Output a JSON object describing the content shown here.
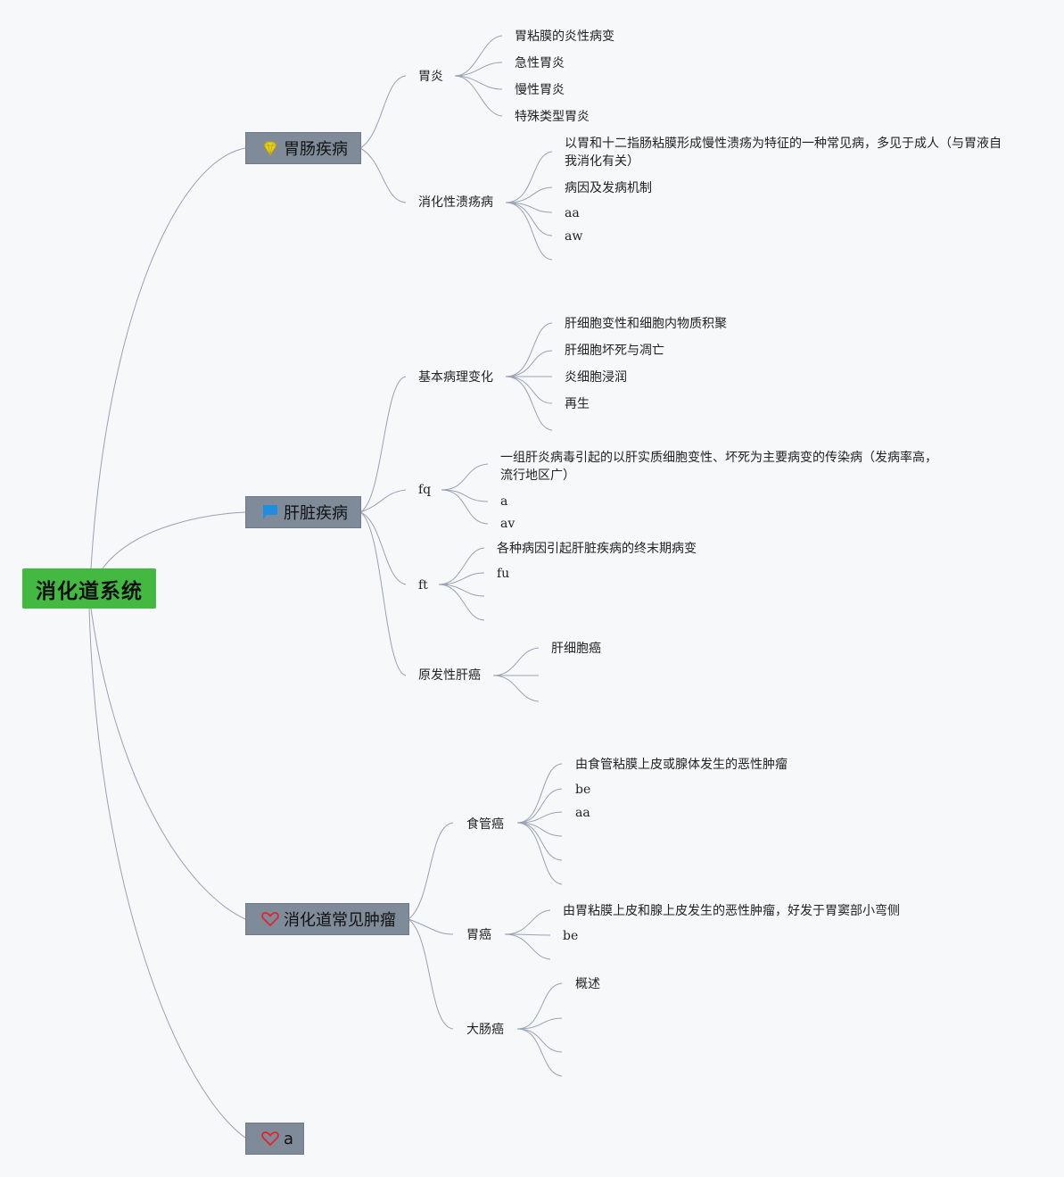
{
  "root": {
    "label": "消化道系统",
    "color": "#44b942"
  },
  "branches": [
    {
      "label": "胃肠疾病",
      "icon": "gem-icon",
      "children": [
        {
          "label": "胃炎",
          "items": [
            "胃粘膜的炎性病变",
            "急性胃炎",
            "慢性胃炎",
            "特殊类型胃炎"
          ]
        },
        {
          "label": "消化性溃疡病",
          "items": [
            "以胃和十二指肠粘膜形成慢性溃疡为特征的一种常见病，多见于成人（与胃液自我消化有关）",
            "病因及发病机制",
            "aa",
            "aw",
            ""
          ]
        }
      ]
    },
    {
      "label": "肝脏疾病",
      "icon": "flag-icon",
      "children": [
        {
          "label": "基本病理变化",
          "items": [
            "肝细胞变性和细胞内物质积聚",
            "肝细胞坏死与凋亡",
            "炎细胞浸润",
            "再生",
            ""
          ]
        },
        {
          "label": "fq",
          "items": [
            "一组肝炎病毒引起的以肝实质细胞变性、坏死为主要病变的传染病（发病率高，流行地区广）",
            "a",
            "av"
          ]
        },
        {
          "label": "ft",
          "items": [
            "各种病因引起肝脏疾病的终末期病变",
            "fu",
            "",
            ""
          ]
        },
        {
          "label": "原发性肝癌",
          "items": [
            "肝细胞癌",
            "",
            ""
          ]
        }
      ]
    },
    {
      "label": "消化道常见肿瘤",
      "icon": "heart-icon",
      "children": [
        {
          "label": "食管癌",
          "items": [
            "由食管粘膜上皮或腺体发生的恶性肿瘤",
            "be",
            "aa",
            "",
            "",
            ""
          ]
        },
        {
          "label": "胃癌",
          "items": [
            "由胃粘膜上皮和腺上皮发生的恶性肿瘤，好发于胃窦部小弯侧",
            "be",
            ""
          ]
        },
        {
          "label": "大肠癌",
          "items": [
            "概述",
            "",
            "",
            ""
          ]
        }
      ]
    },
    {
      "label": "a",
      "icon": "heart-icon",
      "children": []
    }
  ],
  "colors": {
    "line": "#98a2b3",
    "node": "#7f8b99",
    "gem": "#e8d21d",
    "flag": "#1e8ee0",
    "heart": "#e0242b"
  }
}
